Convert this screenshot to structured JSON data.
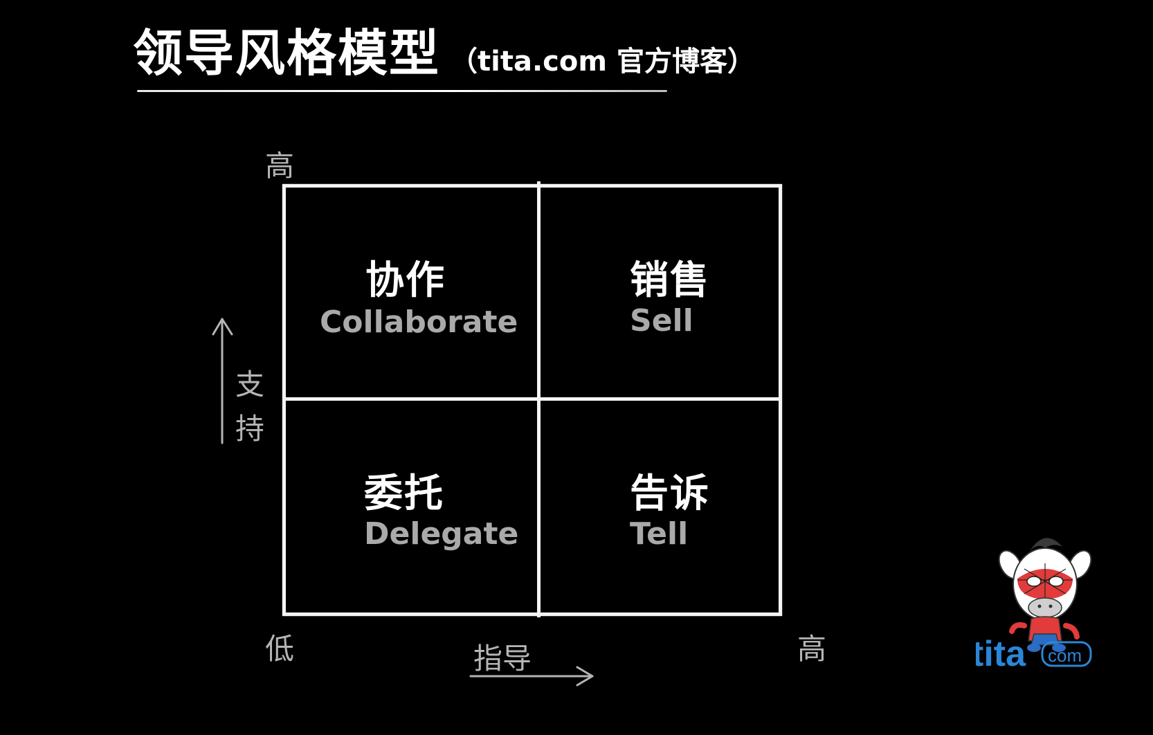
{
  "title": {
    "main": "领导风格模型",
    "sub": "（tita.com 官方博客）"
  },
  "quadrants": {
    "top_left": {
      "cn": "协作",
      "en": "Collaborate"
    },
    "top_right": {
      "cn": "销售",
      "en": "Sell"
    },
    "bottom_left": {
      "cn": "委托",
      "en": "Delegate"
    },
    "bottom_right": {
      "cn": "告诉",
      "en": "Tell"
    }
  },
  "axes": {
    "y_title_line1": "支",
    "y_title_line2": "持",
    "y_high": "高",
    "origin_low": "低",
    "x_title": "指导",
    "x_high": "高"
  },
  "logo": {
    "text": "tita",
    "suffix": "com",
    "text_color": "#2b86d8",
    "accent_color": "#e23b3b"
  }
}
